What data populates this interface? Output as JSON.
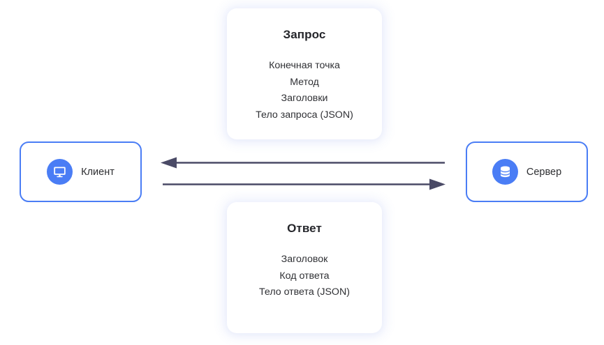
{
  "diagram": {
    "title_semantic": "client-server-request-response",
    "background_color": "#ffffff",
    "accent_color": "#4a7df5",
    "arrow_color": "#4a4a66",
    "text_color": "#2d2e31"
  },
  "nodes": {
    "client": {
      "label": "Клиент",
      "icon": "monitor-icon"
    },
    "server": {
      "label": "Сервер",
      "icon": "database-icon"
    }
  },
  "cards": {
    "request": {
      "title": "Запрос",
      "lines": [
        "Конечная точка",
        "Метод",
        "Заголовки",
        "Тело запроса (JSON)"
      ]
    },
    "response": {
      "title": "Ответ",
      "lines": [
        "Заголовок",
        "Код ответа",
        "Тело ответа (JSON)"
      ]
    }
  },
  "arrows": {
    "response_arrow": {
      "direction": "left",
      "from": "server",
      "to": "client"
    },
    "request_arrow": {
      "direction": "right",
      "from": "client",
      "to": "server"
    }
  }
}
